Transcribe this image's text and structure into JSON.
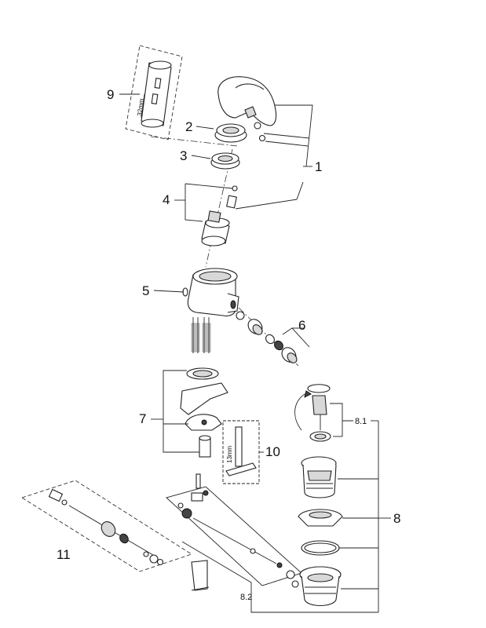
{
  "callouts": {
    "c1": "1",
    "c2": "2",
    "c3": "3",
    "c4": "4",
    "c5": "5",
    "c6": "6",
    "c7": "7",
    "c8": "8",
    "c8_1": "8.1",
    "c8_2": "8.2",
    "c9": "9",
    "c10": "10",
    "c11": "11"
  },
  "dimensions": {
    "tool9": "32mm",
    "tool10": "13mm"
  }
}
